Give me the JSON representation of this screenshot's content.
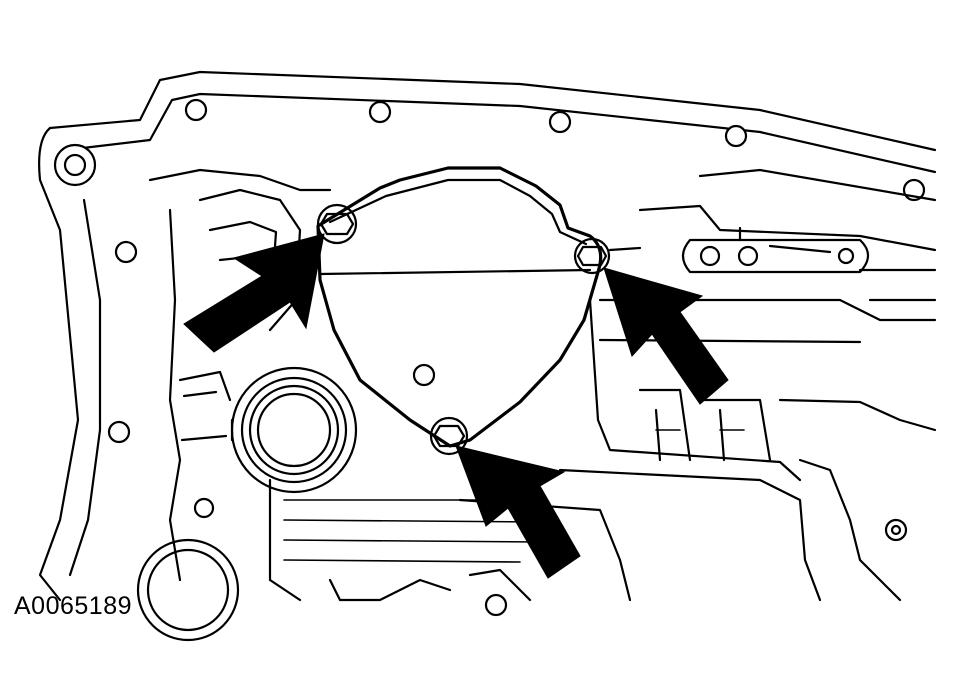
{
  "figure": {
    "id_label": "A0065189"
  },
  "callouts": [
    {
      "target": "upper-left-bolt",
      "icon": "arrow-icon"
    },
    {
      "target": "right-bolt",
      "icon": "arrow-icon"
    },
    {
      "target": "bottom-bolt",
      "icon": "arrow-icon"
    }
  ],
  "colors": {
    "line": "#000000",
    "background": "#ffffff"
  }
}
